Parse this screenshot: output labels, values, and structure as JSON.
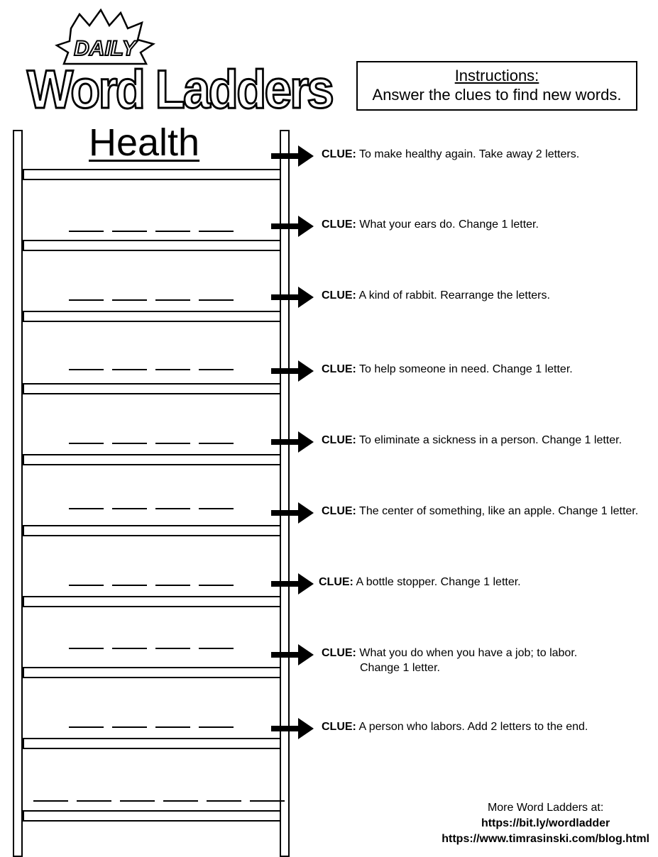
{
  "logo": {
    "top_word": "DAILY",
    "main_words": "Word Ladders"
  },
  "instructions": {
    "title": "Instructions:",
    "text": "Answer the clues to find new words."
  },
  "title": "Health",
  "clue_label": "CLUE:",
  "clues": [
    {
      "text": "To make healthy again.  Take away 2 letters."
    },
    {
      "text": "What your ears do.  Change 1 letter."
    },
    {
      "text": "A kind of rabbit.  Rearrange the letters."
    },
    {
      "text": "To help someone in need.  Change 1 letter."
    },
    {
      "text": "To eliminate a sickness in a person.  Change 1 letter."
    },
    {
      "text": "The center of something, like an apple.  Change 1 letter."
    },
    {
      "text": "A bottle stopper.  Change 1 letter."
    },
    {
      "text": "What you do when you have a job; to labor.",
      "continuation": "Change 1 letter."
    },
    {
      "text": "A person who labors.  Add 2 letters to the end."
    }
  ],
  "footer": {
    "line1": "More Word Ladders at:",
    "link1": "https://bit.ly/wordladder",
    "link2": "https://www.timrasinski.com/blog.html"
  }
}
